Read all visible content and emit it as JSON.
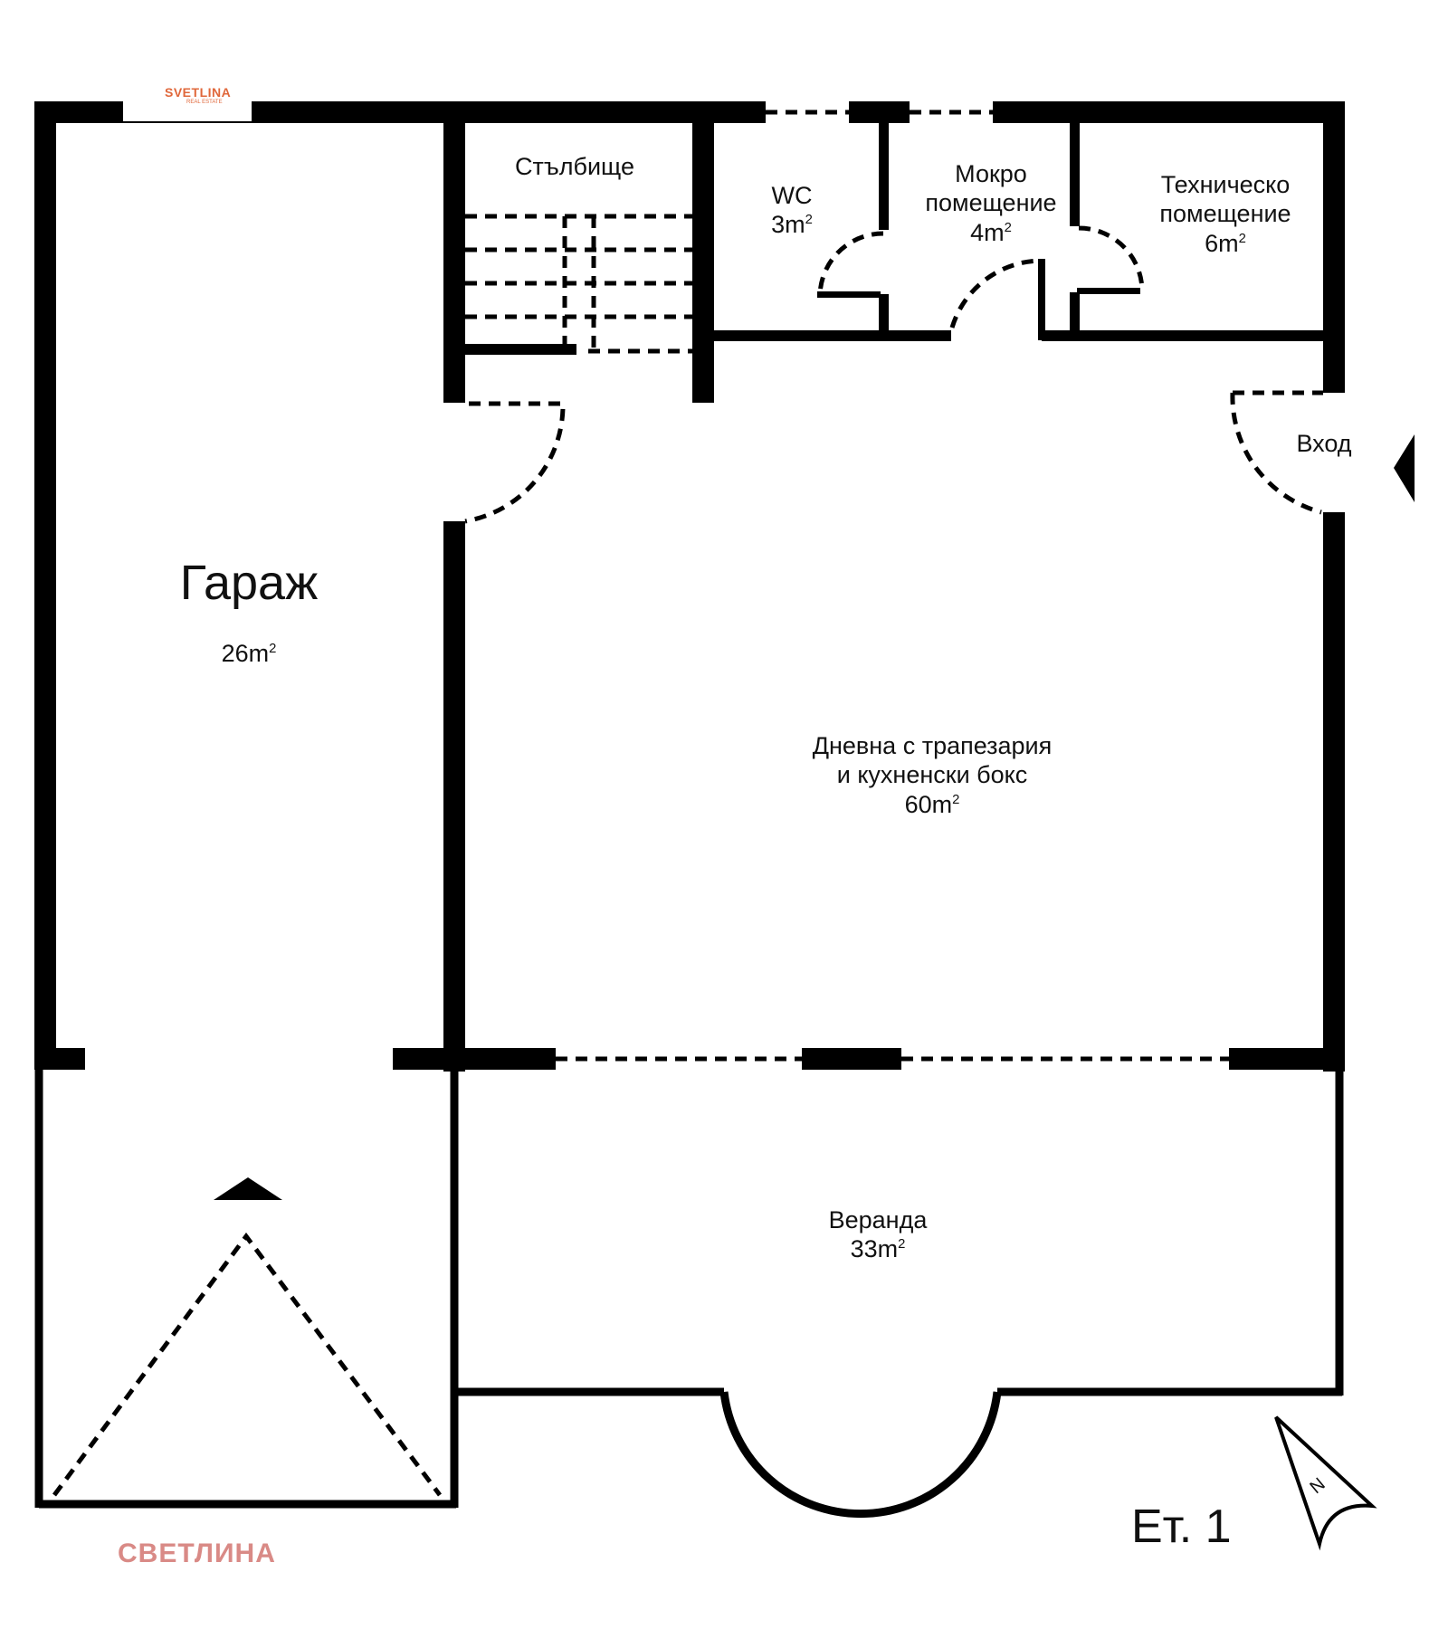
{
  "brand": {
    "logo_name": "SVETLINA",
    "logo_tagline": "REAL ESTATE",
    "watermark": "СВЕТЛИНА",
    "accent_color": "#e0673a",
    "watermark_color": "#d98a86"
  },
  "rooms": {
    "stairs": {
      "name": "Стълбище"
    },
    "wc": {
      "name": "WC",
      "area": "3m",
      "unit_sup": "2"
    },
    "wet_room": {
      "line1": "Мокро",
      "line2": "помещение",
      "area": "4m",
      "unit_sup": "2"
    },
    "technical": {
      "line1": "Техническо",
      "line2": "помещение",
      "area": "6m",
      "unit_sup": "2"
    },
    "entrance": {
      "name": "Вход"
    },
    "garage": {
      "name": "Гараж",
      "area": "26m",
      "unit_sup": "2"
    },
    "living": {
      "line1": "Дневна с трапезария",
      "line2": "и кухненски бокс",
      "area": "60m",
      "unit_sup": "2"
    },
    "veranda": {
      "name": "Веранда",
      "area": "33m",
      "unit_sup": "2"
    }
  },
  "floor_label": "Ет. 1",
  "north_arrow": {
    "letter": "N",
    "icon": "north-arrow-icon"
  }
}
